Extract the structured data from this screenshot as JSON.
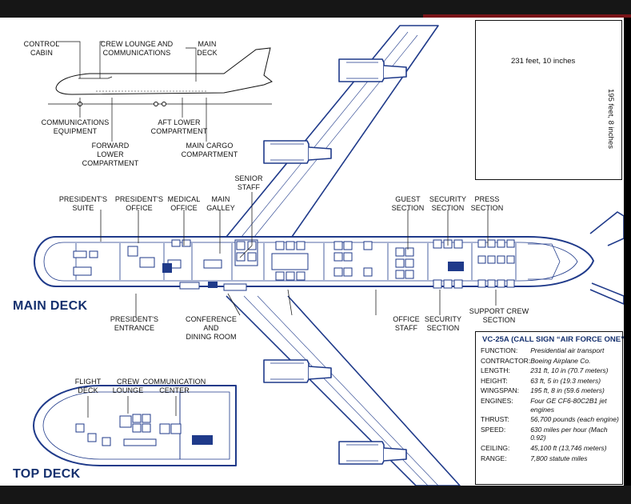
{
  "colors": {
    "accent": "#15306e",
    "line": "#1f3a8a",
    "text": "#111111",
    "red_bar": "#7a1418"
  },
  "side_view_labels": {
    "control_cabin": "CONTROL\nCABIN",
    "crew_lounge": "CREW LOUNGE AND\nCOMMUNICATIONS",
    "main_deck": "MAIN\nDECK",
    "comm_equipment": "COMMUNICATIONS\nEQUIPMENT",
    "aft_lower": "AFT LOWER\nCOMPARTMENT",
    "forward_lower": "FORWARD\nLOWER COMPARTMENT",
    "main_cargo": "MAIN CARGO\nCOMPARTMENT"
  },
  "inset": {
    "length": "231 feet, 10 inches",
    "wingspan": "195 feet, 8 inches"
  },
  "main_deck": {
    "title": "MAIN DECK",
    "labels_top": {
      "senior_staff": "SENIOR\nSTAFF",
      "presidents_suite": "PRESIDENT'S\nSUITE",
      "presidents_office": "PRESIDENT'S\nOFFICE",
      "medical_office": "MEDICAL\nOFFICE",
      "main_galley": "MAIN\nGALLEY",
      "guest_section": "GUEST\nSECTION",
      "security_section": "SECURITY\nSECTION",
      "press_section": "PRESS\nSECTION"
    },
    "labels_bottom": {
      "presidents_entrance": "PRESIDENT'S\nENTRANCE",
      "conference": "CONFERENCE AND\nDINING ROOM",
      "office_staff": "OFFICE\nSTAFF",
      "security_section": "SECURITY\nSECTION",
      "support_crew": "SUPPORT CREW\nSECTION"
    }
  },
  "top_deck": {
    "title": "TOP DECK",
    "labels": {
      "flight_deck": "FLIGHT\nDECK",
      "crew_lounge": "CREW\nLOUNGE",
      "comm_center": "COMMUNICATION\nCENTER"
    }
  },
  "specs": {
    "title": "VC-25A (CALL SIGN “AIR FORCE ONE”)",
    "rows": [
      {
        "k": "FUNCTION:",
        "v": "Presidential air transport"
      },
      {
        "k": "CONTRACTOR:",
        "v": "Boeing Airplane Co."
      },
      {
        "k": "LENGTH:",
        "v": "231 ft, 10 in (70.7 meters)"
      },
      {
        "k": "HEIGHT:",
        "v": "63 ft, 5 in (19.3 meters)"
      },
      {
        "k": "WINGSPAN:",
        "v": "195 ft, 8 in (59.6 meters)"
      },
      {
        "k": "ENGINES:",
        "v": "Four GE CF6-80C2B1 jet engines"
      },
      {
        "k": "THRUST:",
        "v": "56,700 pounds (each engine)"
      },
      {
        "k": "SPEED:",
        "v": "630 miles per hour (Mach 0.92)"
      },
      {
        "k": "CEILING:",
        "v": "45,100 ft (13,746 meters)"
      },
      {
        "k": "RANGE:",
        "v": "7,800 statute miles"
      }
    ]
  }
}
